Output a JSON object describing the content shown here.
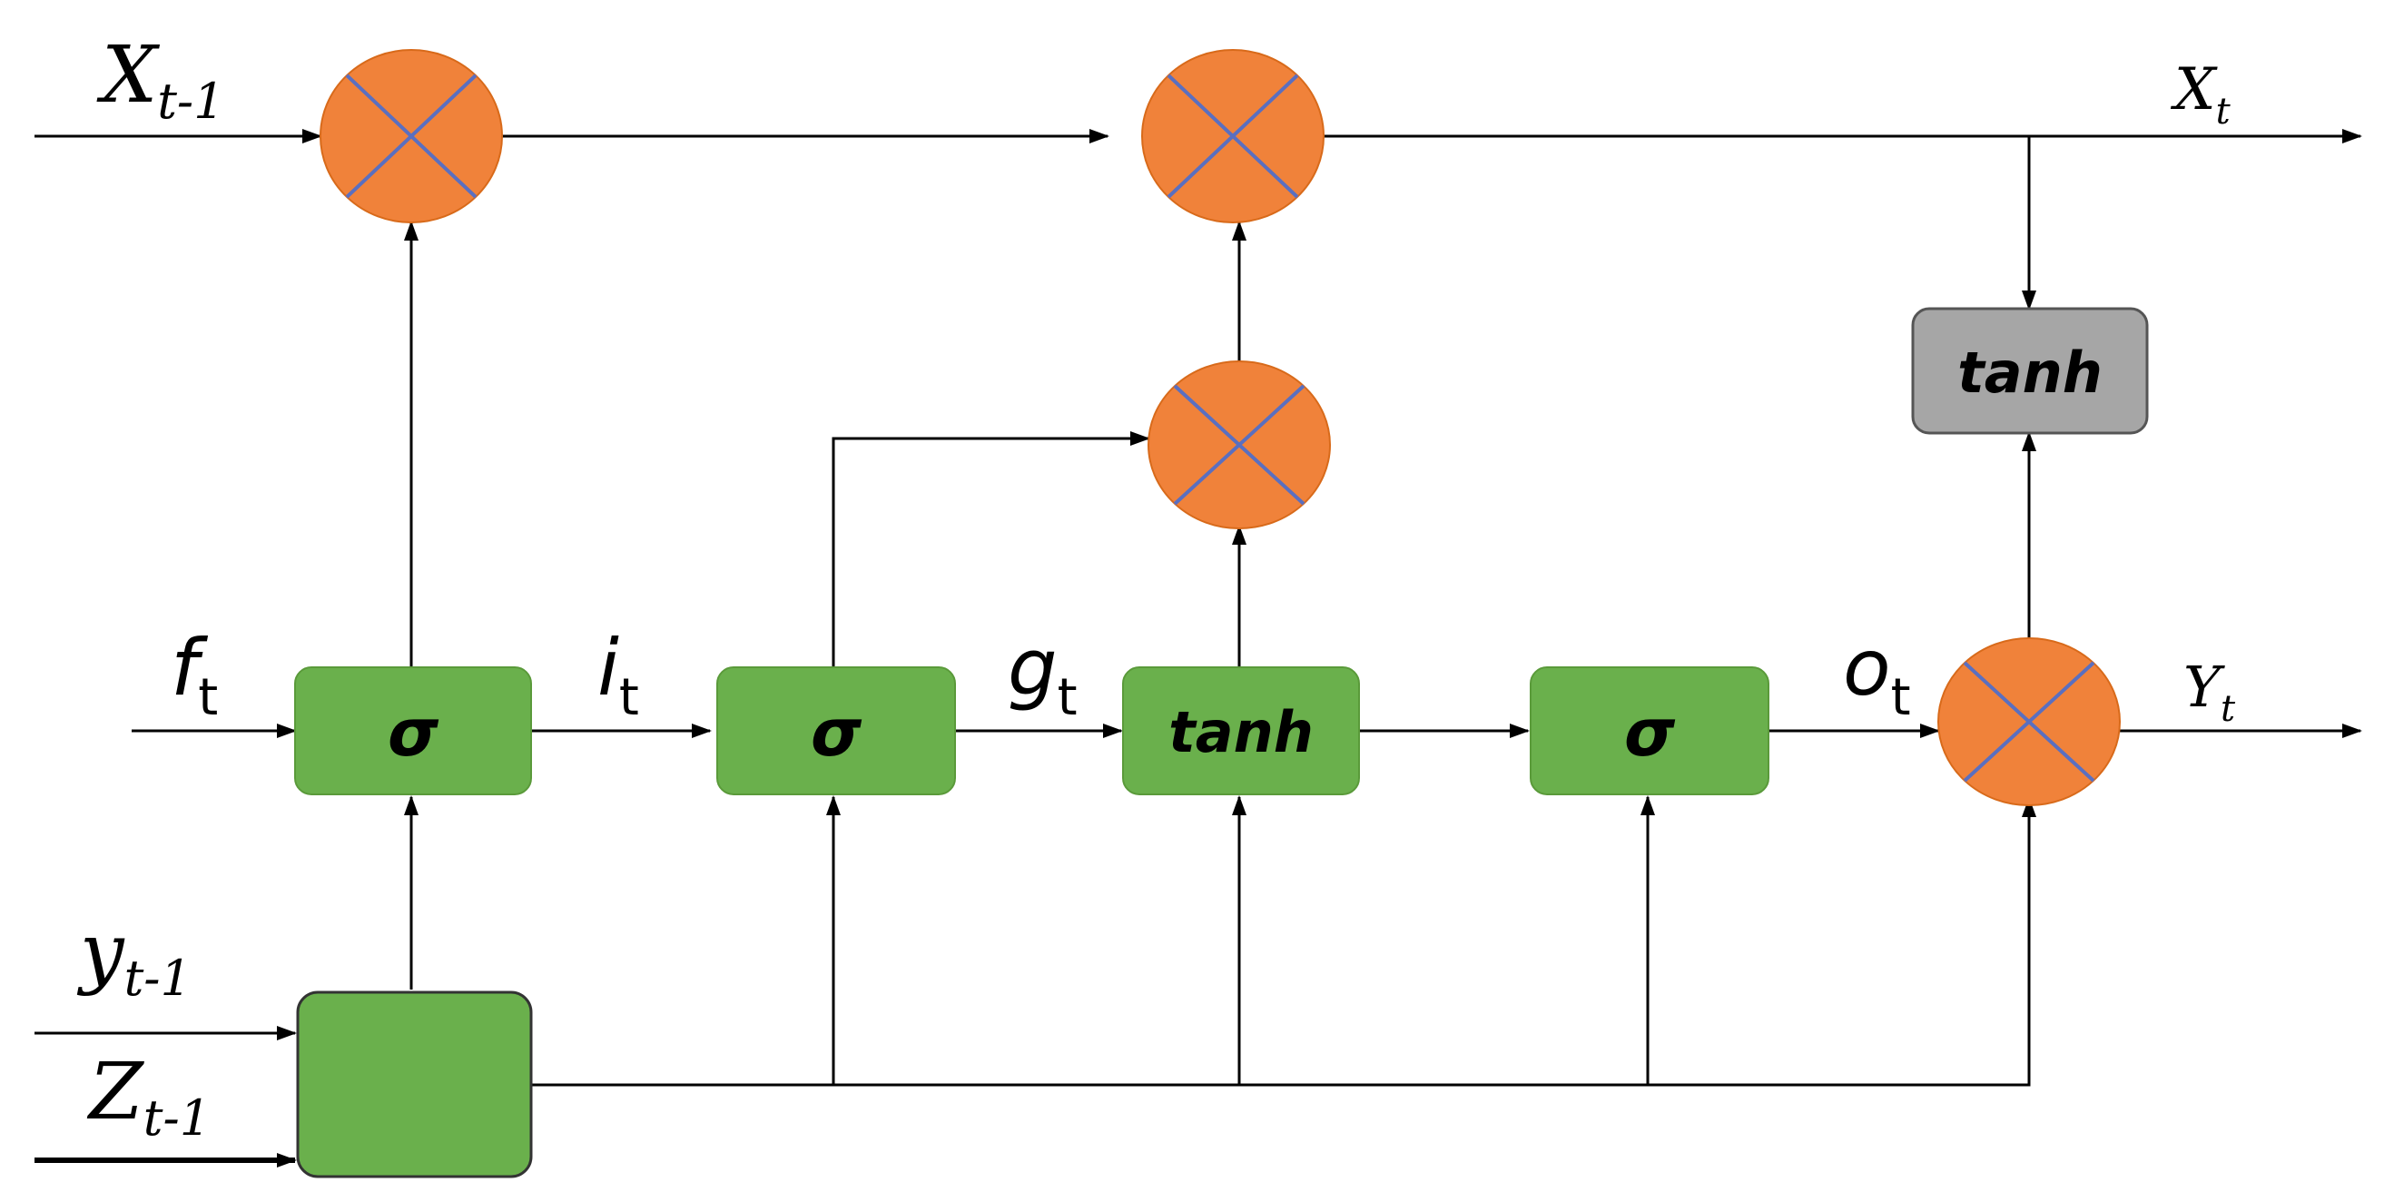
{
  "colors": {
    "gate_fill": "#6ab04c",
    "tanh_fill": "#a6a6a6",
    "multiplier_fill": "#f0823a",
    "multiplier_cross": "#5a6fc0",
    "wire": "#000000"
  },
  "labels": {
    "x_prev": {
      "main": "X",
      "sub": "t-1"
    },
    "x_out": {
      "main": "X",
      "sub": "t"
    },
    "f_t": {
      "main": "f",
      "sub": "t"
    },
    "i_t": {
      "main": "i",
      "sub": "t"
    },
    "g_t": {
      "main": "g",
      "sub": "t"
    },
    "o_t": {
      "main": "o",
      "sub": "t"
    },
    "y_out": {
      "main": "Y",
      "sub": "t"
    },
    "y_prev": {
      "main": "y",
      "sub": "t-1"
    },
    "z_prev": {
      "main": "Z",
      "sub": "t-1"
    }
  },
  "gates": {
    "sigma_forget": "σ",
    "sigma_input": "σ",
    "tanh_candidate": "tanh",
    "sigma_output": "σ",
    "tanh_state": "tanh"
  },
  "icons": {
    "multiplier": "multiply-icon"
  }
}
